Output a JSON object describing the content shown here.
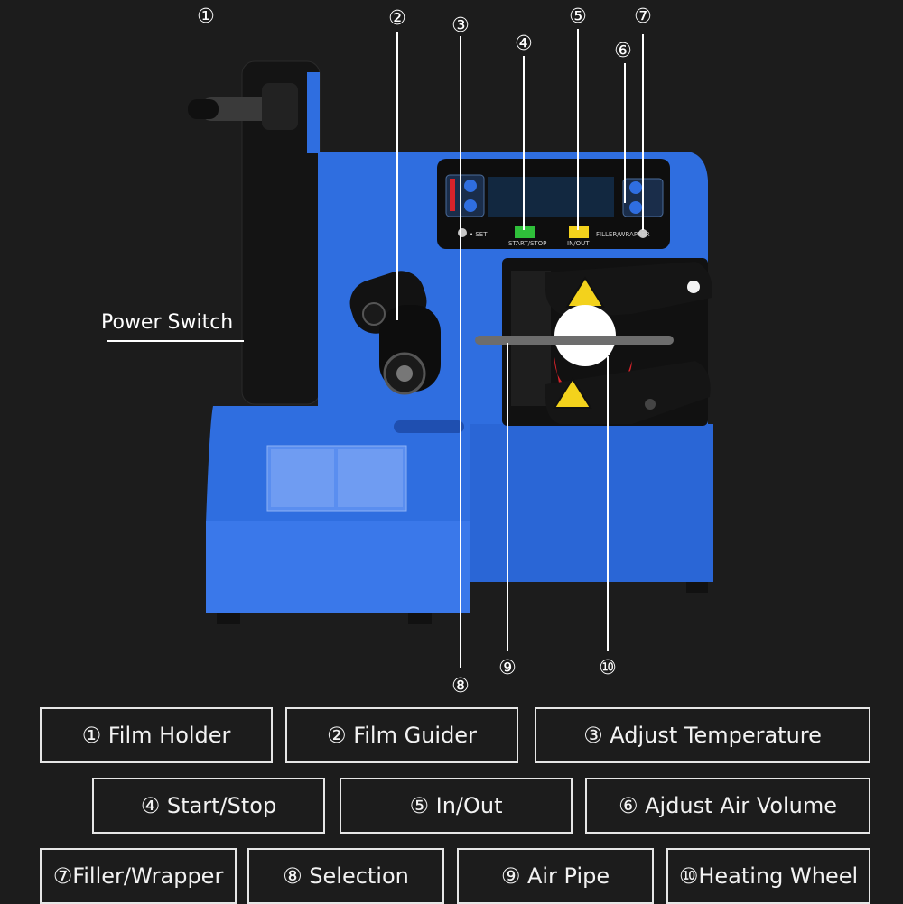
{
  "power_switch_label": "Power Switch",
  "callouts": {
    "c1": "①",
    "c2": "②",
    "c3": "③",
    "c4": "④",
    "c5": "⑤",
    "c6": "⑥",
    "c7": "⑦",
    "c8": "⑧",
    "c9": "⑨",
    "c10": "⑩"
  },
  "legend": [
    "① Film Holder",
    "② Film Guider",
    "③ Adjust Temperature",
    "④ Start/Stop",
    "⑤ In/Out",
    "⑥ Ajdust Air Volume",
    "⑦Filler/Wrapper",
    "⑧ Selection",
    "⑨ Air Pipe",
    "⑩Heating Wheel"
  ],
  "panel_labels": {
    "set": "• SET",
    "start_stop": "START/STOP",
    "in_out": "IN/OUT",
    "filler_wrapper": "FILLER/WRAPPER"
  },
  "colors": {
    "background": "#1c1c1c",
    "machine_blue": "#2f6ee0",
    "machine_blue_dark": "#1f4fb0",
    "warning_yellow": "#f3d21c",
    "heating_red": "#d8232a"
  }
}
